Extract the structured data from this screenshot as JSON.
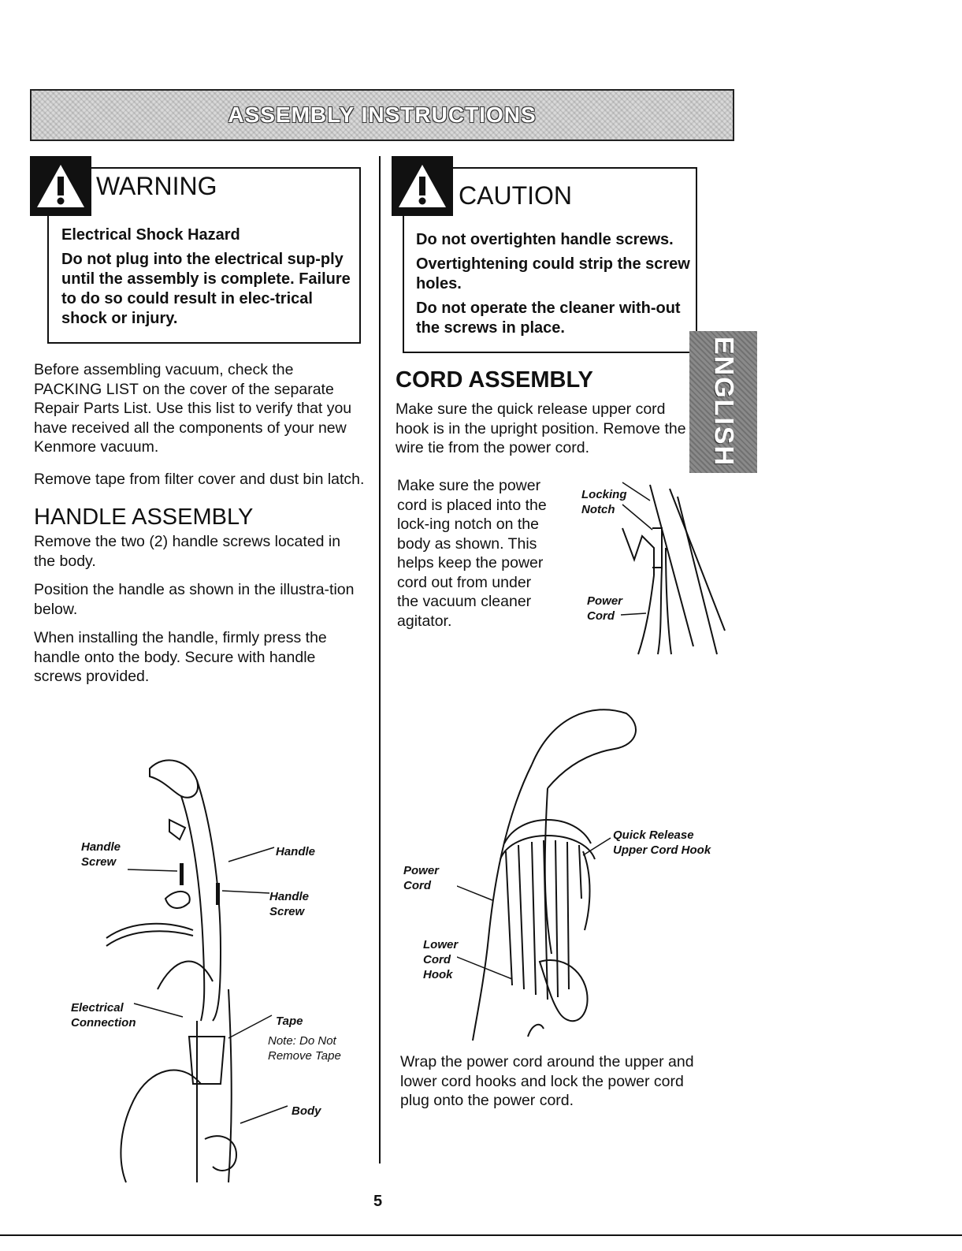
{
  "header": {
    "title": "ASSEMBLY INSTRUCTIONS"
  },
  "warning": {
    "title": "WARNING",
    "lines": [
      "Electrical Shock Hazard",
      "Do not plug into the electrical sup-ply until the assembly is complete. Failure to do so could result in elec-trical shock or injury."
    ]
  },
  "caution": {
    "title": "CAUTION",
    "lines": [
      "Do not overtighten handle screws.",
      "Overtightening could strip the screw holes.",
      "Do not operate the cleaner with-out the screws in place."
    ]
  },
  "left": {
    "intro": "Before assembling vacuum, check the PACKING LIST on the cover of the separate Repair Parts List. Use this list to verify that you have received all the components of your new Kenmore vacuum.",
    "tape": "Remove tape from filter cover and dust bin latch.",
    "handle_heading": "HANDLE ASSEMBLY",
    "handle_p1": "Remove the two (2) handle screws located in the body.",
    "handle_p2": "Position the handle as shown in the illustra-tion below.",
    "handle_p3": "When installing the handle, firmly press the handle onto the body. Secure with handle screws provided."
  },
  "right": {
    "cord_heading": "CORD ASSEMBLY",
    "cord_p1": "Make sure the quick release upper cord hook is in the upright position. Remove the wire tie from the power cord.",
    "cord_p2": "Make sure the power cord is placed into the lock-ing notch on the body as shown. This helps keep the power cord out from under the vacuum cleaner agitator.",
    "cord_p3": "Wrap the power cord around the upper and lower cord hooks and lock the power cord plug onto the power cord."
  },
  "labels": {
    "handle_screw_left": "Handle Screw",
    "handle": "Handle",
    "handle_screw_right": "Handle Screw",
    "electrical_connection": "Electrical Connection",
    "tape": "Tape",
    "tape_note": "Note: Do Not Remove Tape",
    "body": "Body",
    "locking_notch": "Locking Notch",
    "power_cord_small": "Power Cord",
    "power_cord_large": "Power Cord",
    "lower_cord_hook": "Lower Cord Hook",
    "quick_release": "Quick Release Upper Cord Hook"
  },
  "side_tab": "ENGLISH",
  "page_number": "5"
}
